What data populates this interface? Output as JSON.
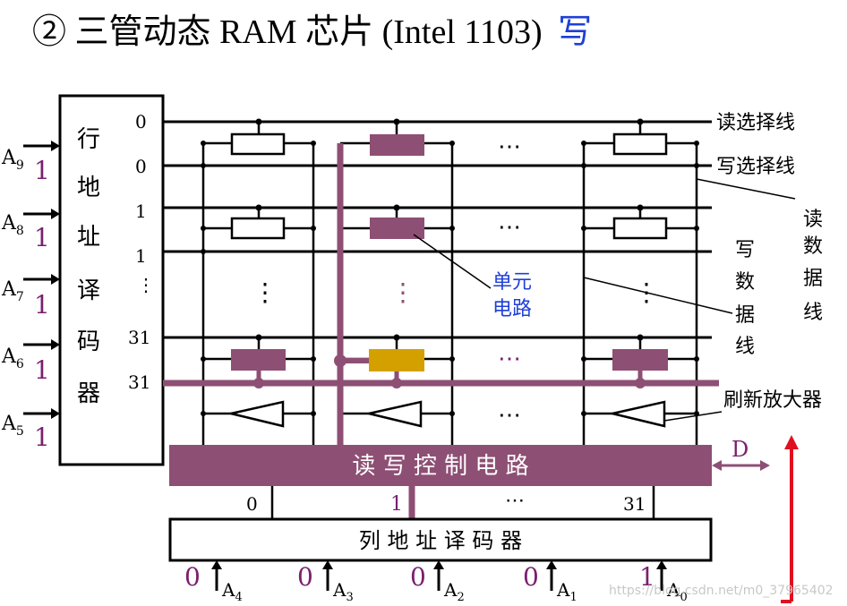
{
  "title": {
    "prefix": "② 三管动态 RAM 芯片 (Intel 1103)",
    "highlight": "写",
    "highlight_color": "#1f3fd6"
  },
  "colors": {
    "accent": "#8e4f74",
    "selected_cell": "#d4a000",
    "digit": "#7a1f6e",
    "label_blue": "#1f3fd6",
    "arrow_red": "#e01020"
  },
  "row_decoder": {
    "label_chars": [
      "行",
      "地",
      "址",
      "译",
      "码",
      "器"
    ],
    "inputs": [
      {
        "sub": "9",
        "bit": "1"
      },
      {
        "sub": "8",
        "bit": "1"
      },
      {
        "sub": "7",
        "bit": "1"
      },
      {
        "sub": "6",
        "bit": "1"
      },
      {
        "sub": "5",
        "bit": "1"
      }
    ],
    "input_letter": "A",
    "row_numbers": [
      "0",
      "0",
      "1",
      "1",
      "⋮",
      "31",
      "31"
    ]
  },
  "col_decoder": {
    "label": "列 地 址 译 码 器",
    "inputs": [
      {
        "bit": "0",
        "sub": "4"
      },
      {
        "bit": "0",
        "sub": "3"
      },
      {
        "bit": "0",
        "sub": "2"
      },
      {
        "bit": "0",
        "sub": "1"
      },
      {
        "bit": "1",
        "sub": "0"
      }
    ],
    "output_numbers": [
      "0",
      "1",
      "⋯",
      "31"
    ]
  },
  "control_bar": {
    "label": "读 写 控 制 电 路"
  },
  "data_pin": {
    "label": "D"
  },
  "annotations": {
    "read_select": "读选择线",
    "write_select": "写选择线",
    "read_data": [
      "读",
      "数",
      "据",
      "线"
    ],
    "write_data": [
      "写",
      "数",
      "据",
      "线"
    ],
    "cell_unit": [
      "单元",
      "电路"
    ],
    "refresh_amp": "刷新放大器"
  },
  "ellipsis_h": "⋯",
  "ellipsis_v": "⋮",
  "watermark": "https://blog.csdn.net/m0_37965402"
}
